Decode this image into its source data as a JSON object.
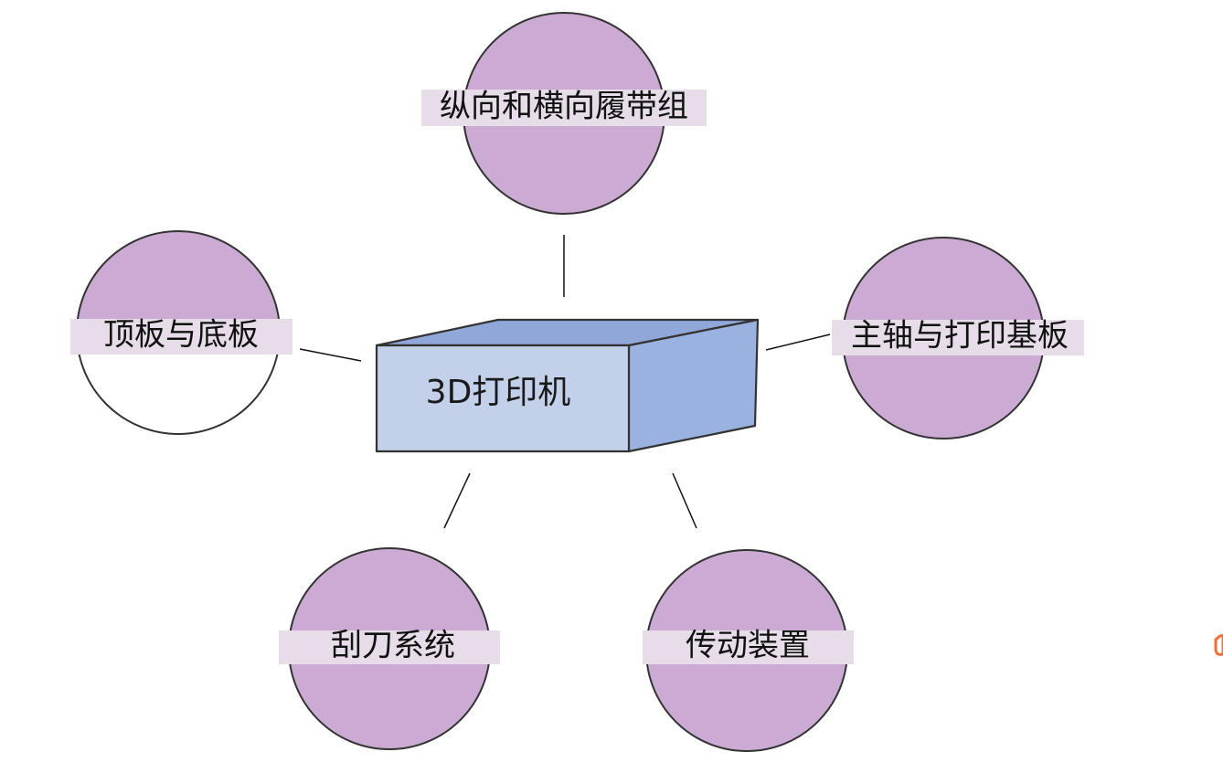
{
  "center": {
    "label": "3D打印机",
    "front_color": "#c3d0ea",
    "top_color": "#8fa7d9",
    "side_color": "#9ab2e0"
  },
  "nodes": [
    {
      "id": "top",
      "label": "纵向和横向履带组"
    },
    {
      "id": "left",
      "label": "顶板与底板"
    },
    {
      "id": "right",
      "label": "主轴与打印基板"
    },
    {
      "id": "bottom-left",
      "label": "刮刀系统"
    },
    {
      "id": "bottom-right",
      "label": "传动装置"
    }
  ],
  "colors": {
    "circle_fill": "#cbaad3",
    "label_band": "#e6dde9",
    "outline": "#333333"
  }
}
